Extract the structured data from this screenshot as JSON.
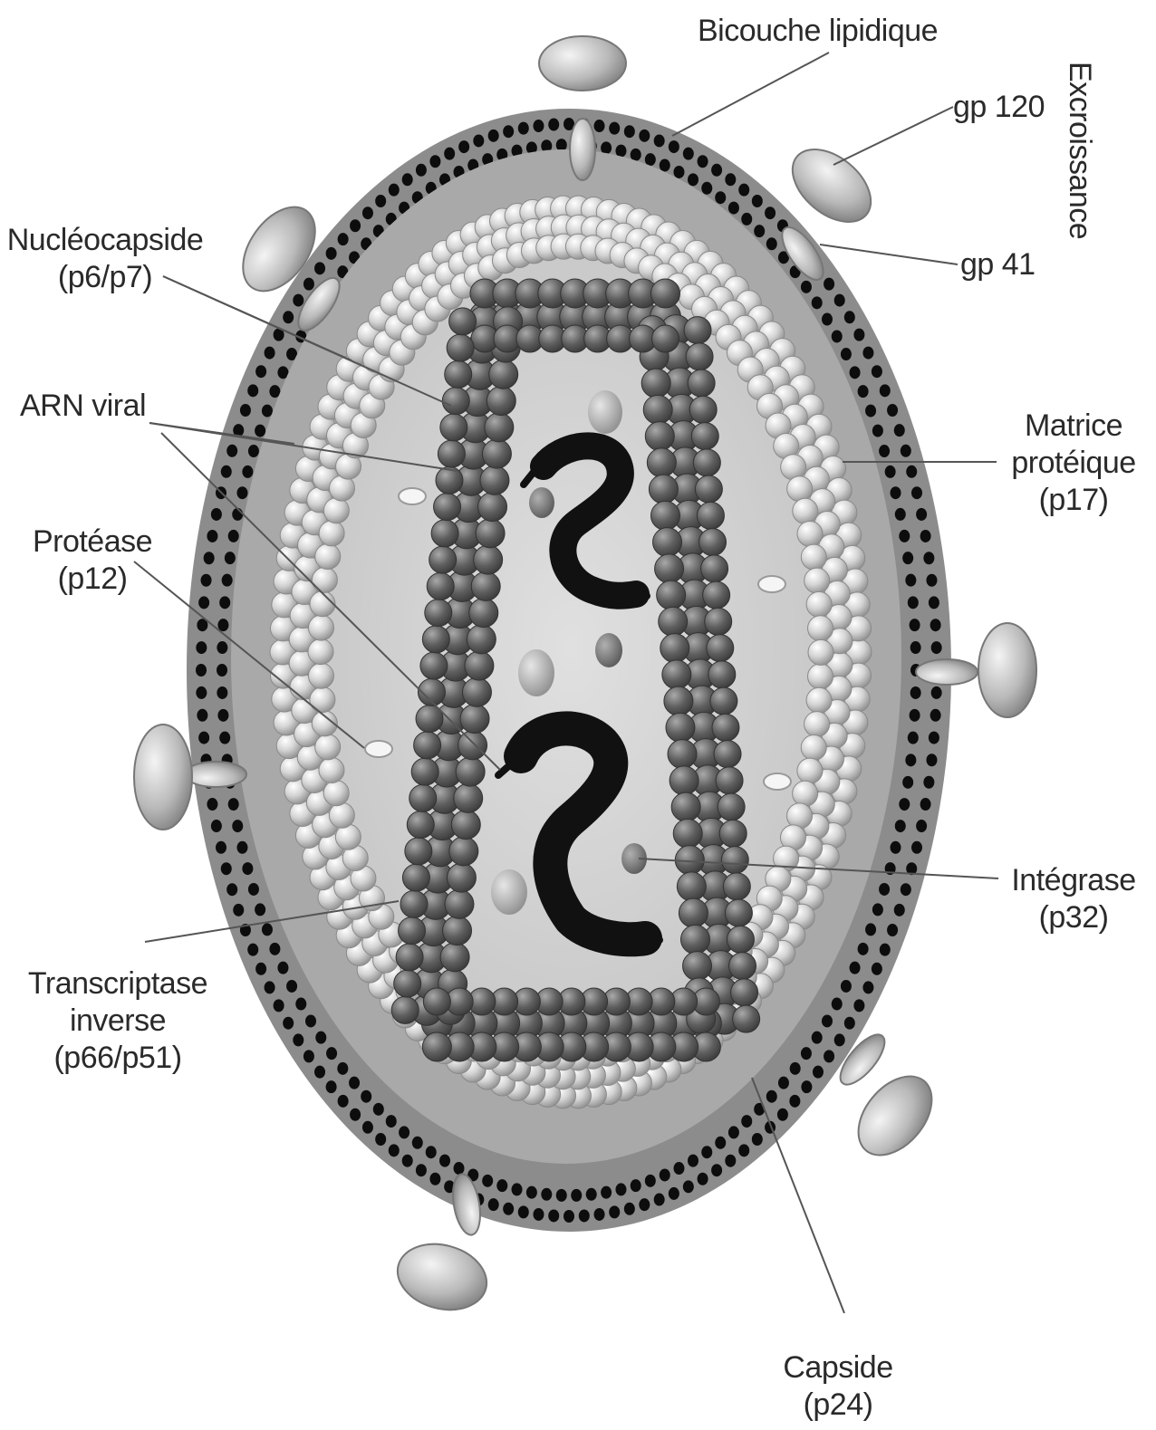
{
  "labels": {
    "bicouche": "Bicouche lipidique",
    "gp120": "gp 120",
    "gp41": "gp 41",
    "excroissance": "Excroissance",
    "nucleocapside": [
      "Nucléocapside",
      "(p6/p7)"
    ],
    "arn": "ARN viral",
    "protease": [
      "Protéase",
      "(p12)"
    ],
    "matrice": [
      "Matrice",
      "protéique",
      "(p17)"
    ],
    "integrase": [
      "Intégrase",
      "(p32)"
    ],
    "transcriptase": [
      "Transcriptase",
      "inverse",
      "(p66/p51)"
    ],
    "capside": [
      "Capside",
      "(p24)"
    ]
  },
  "colors": {
    "membrane": "#8c8c8c",
    "membrane_dots": "#0d0d0d",
    "matrix": "#a9a9a9",
    "outer_spheres": "#c9c9c9",
    "capsid_spheres": "#5e5e5e",
    "interior": "#cfcfcf",
    "rna": "#111111",
    "leader_lines": "#555555"
  }
}
